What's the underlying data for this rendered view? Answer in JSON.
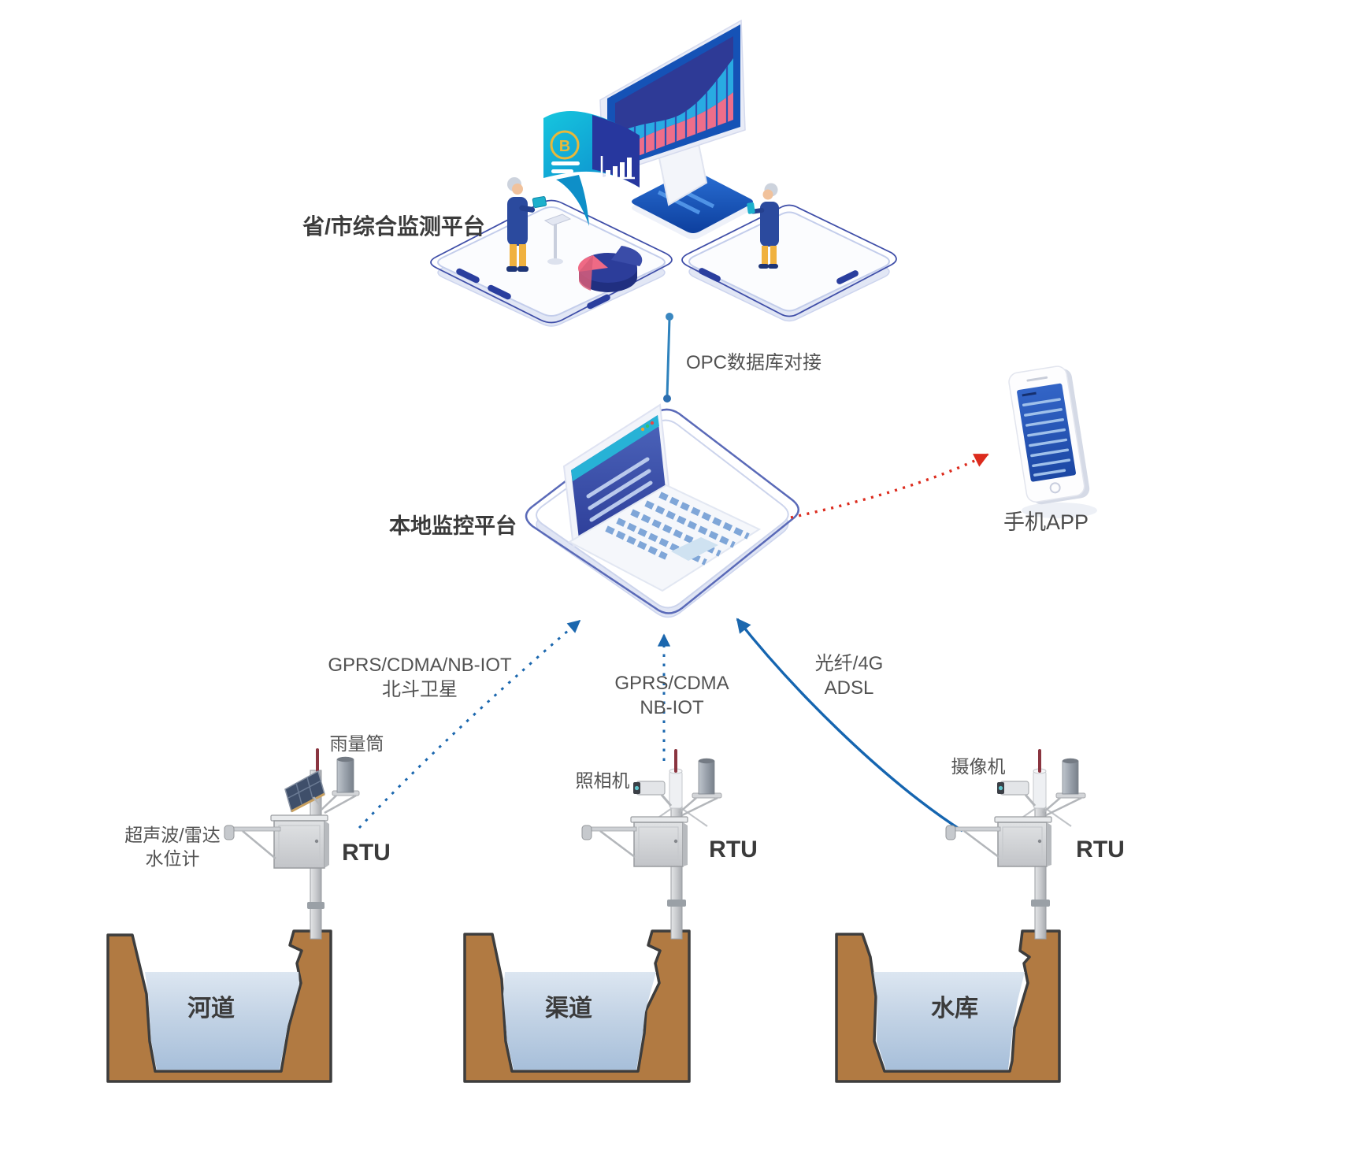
{
  "nodes": {
    "provincial_platform": "省/市综合监测平台",
    "local_platform": "本地监控平台",
    "mobile_app": "手机APP"
  },
  "links": {
    "opc": "OPC数据库对接",
    "left": [
      "GPRS/CDMA/NB-IOT",
      "北斗卫星"
    ],
    "middle": [
      "GPRS/CDMA",
      "NB-IOT"
    ],
    "right": [
      "光纤/4G",
      "ADSL"
    ]
  },
  "stations": [
    {
      "rain_gauge": "雨量筒",
      "sensor_line1": "超声波/雷达",
      "sensor_line2": "水位计",
      "rtu": "RTU",
      "site": "河道"
    },
    {
      "camera": "照相机",
      "rtu": "RTU",
      "site": "渠道"
    },
    {
      "camera": "摄像机",
      "rtu": "RTU",
      "site": "水库"
    }
  ],
  "colors": {
    "arrow_blue": "#1b67ae",
    "arrow_red": "#dc2b1d",
    "connector_teal": "#2e82bd",
    "earth": "#b17a42",
    "water_top": "#d9e3ef",
    "water_bottom": "#a7bfda",
    "platform_blue": "#1a5fc4",
    "banner_teal": "#18b4d8",
    "screen_pink": "#ee6e8a",
    "screen_cyan": "#29abe2",
    "text_gray": "#525252"
  }
}
